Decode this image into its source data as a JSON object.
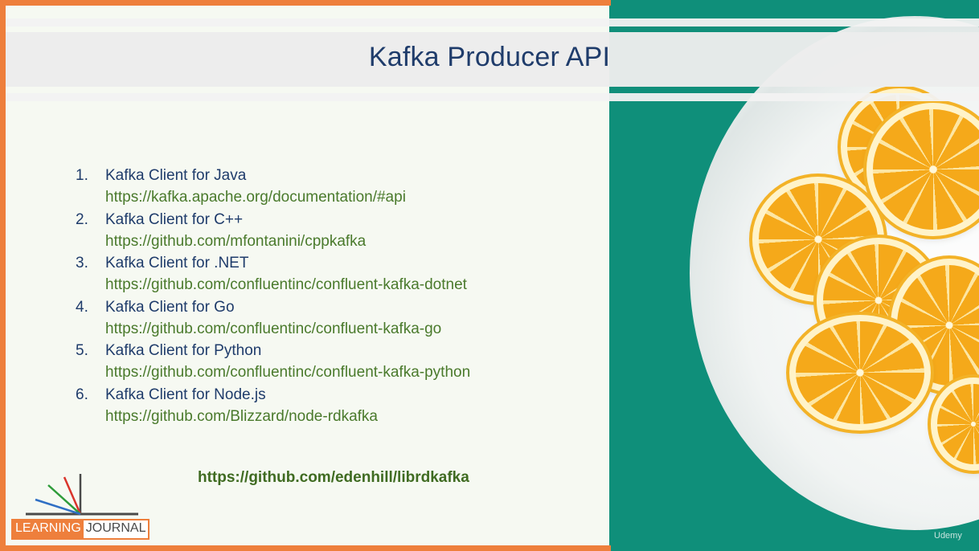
{
  "slide": {
    "title": "Kafka Producer API",
    "items": [
      {
        "number": "1.",
        "title": "Kafka Client for Java",
        "url": "https://kafka.apache.org/documentation/#api"
      },
      {
        "number": "2.",
        "title": "Kafka Client for C++",
        "url": "https://github.com/mfontanini/cppkafka"
      },
      {
        "number": "3.",
        "title": "Kafka Client for .NET",
        "url": "https://github.com/confluentinc/confluent-kafka-dotnet"
      },
      {
        "number": "4.",
        "title": "Kafka Client for Go",
        "url": "https://github.com/confluentinc/confluent-kafka-go"
      },
      {
        "number": "5.",
        "title": "Kafka Client for Python",
        "url": "https://github.com/confluentinc/confluent-kafka-python"
      },
      {
        "number": "6.",
        "title": "Kafka Client for Node.js",
        "url": "https://github.com/Blizzard/node-rdkafka"
      }
    ],
    "footer_link": "https://github.com/edenhill/librdkafka"
  },
  "logo": {
    "word1": "LEARNING",
    "word2": "JOURNAL"
  },
  "watermark": {
    "text": "Udemy"
  },
  "colors": {
    "accent_orange": "#ee7f3c",
    "title_blue": "#1f3c6b",
    "link_green": "#4a7a2c",
    "teal": "#0f8f7a"
  }
}
